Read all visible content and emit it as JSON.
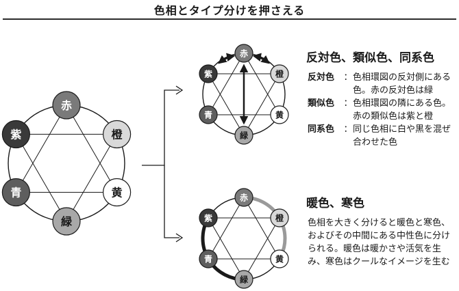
{
  "title": "色相とタイプ分けを押さえる",
  "wheel_labels": {
    "red": "赤",
    "orange": "橙",
    "yellow": "黄",
    "green": "緑",
    "blue": "青",
    "purple": "紫"
  },
  "section1": {
    "title": "反対色、類似色、同系色",
    "definitions": [
      {
        "term": "反対色",
        "text": "色相環図の反対側にある色。赤の反対色は緑"
      },
      {
        "term": "類似色",
        "text": "色相環図の隣にある色。赤の類似色は紫と橙"
      },
      {
        "term": "同系色",
        "text": "同じ色相に白や黒を混ぜ合わせた色"
      }
    ]
  },
  "section2": {
    "title": "暖色、寒色",
    "text": "色相を大きく分けると暖色と寒色、およびその中間にある中性色に分けられる。暖色は暖かさや活気を生み、寒色はクールなイメージを生む"
  },
  "colors": {
    "red_node": "#7a7a7a",
    "orange_node": "#d9d9d9",
    "yellow_node": "#ffffff",
    "green_node": "#a8a8a8",
    "blue_node": "#5e5e5e",
    "purple_node": "#3a3a3a",
    "warm_arc": "#1a1a1a",
    "cool_arc": "#9a9a9a"
  }
}
